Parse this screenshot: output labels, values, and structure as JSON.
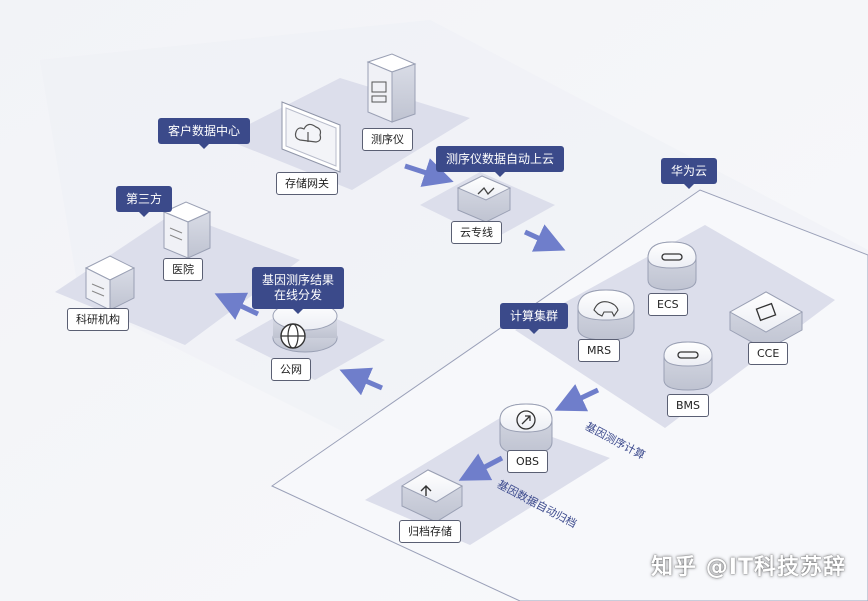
{
  "groups": {
    "customer_dc": "客户数据中心",
    "third_party": "第三方",
    "huawei_cloud": "华为云",
    "compute_cluster": "计算集群"
  },
  "callouts": {
    "sequencer_upload": "测序仪数据自动上云",
    "result_distribution_line1": "基因测序结果",
    "result_distribution_line2": "在线分发"
  },
  "nodes": {
    "sequencer": "测序仪",
    "storage_gateway": "存储网关",
    "direct_connect": "云专线",
    "hospital": "医院",
    "research_institute": "科研机构",
    "public_network": "公网",
    "ecs": "ECS",
    "mrs": "MRS",
    "cce": "CCE",
    "bms": "BMS",
    "obs": "OBS",
    "archive_storage": "归档存储"
  },
  "flows": {
    "gene_sequencing_compute": "基因测序计算",
    "gene_data_auto_archive": "基因数据自动归档"
  },
  "watermark": "知乎 @IT科技苏辞",
  "colors": {
    "tag_bg": "#3b4a8a",
    "platform": "#dcdeeb",
    "arrow": "#6f7ecb",
    "node_face": "#f7f8fb"
  },
  "icons": [
    "cloud-upload-icon",
    "server-rack-icon",
    "gateway-icon",
    "building-icon",
    "globe-icon",
    "chip-icon",
    "elephant-icon",
    "container-icon",
    "arrow-up-icon"
  ]
}
